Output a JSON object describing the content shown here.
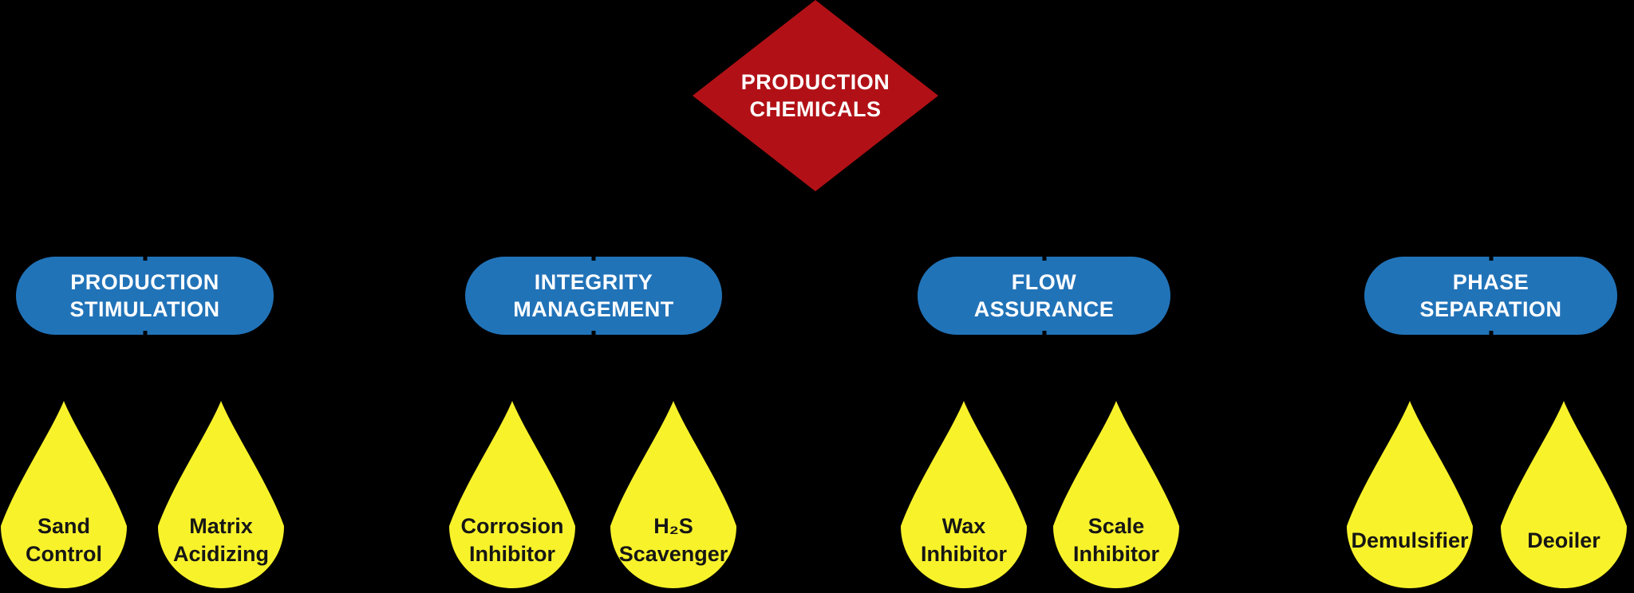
{
  "colors": {
    "background": "#000000",
    "diamond-red": "#B11116",
    "pill-blue": "#2173B8",
    "drop-yellow": "#F8F22B",
    "node-text": "#FFFFFF",
    "drop-text": "#161616"
  },
  "root": {
    "label": "PRODUCTION\nCHEMICALS"
  },
  "categories": [
    {
      "label": "PRODUCTION\nSTIMULATION",
      "chemicals": [
        "Sand\nControl",
        "Matrix\nAcidizing"
      ]
    },
    {
      "label": "INTEGRITY\nMANAGEMENT",
      "chemicals": [
        "Corrosion\nInhibitor",
        "H₂S\nScavenger"
      ]
    },
    {
      "label": "FLOW\nASSURANCE",
      "chemicals": [
        "Wax\nInhibitor",
        "Scale\nInhibitor"
      ]
    },
    {
      "label": "PHASE\nSEPARATION",
      "chemicals": [
        "Demulsifier",
        "Deoiler"
      ]
    }
  ]
}
